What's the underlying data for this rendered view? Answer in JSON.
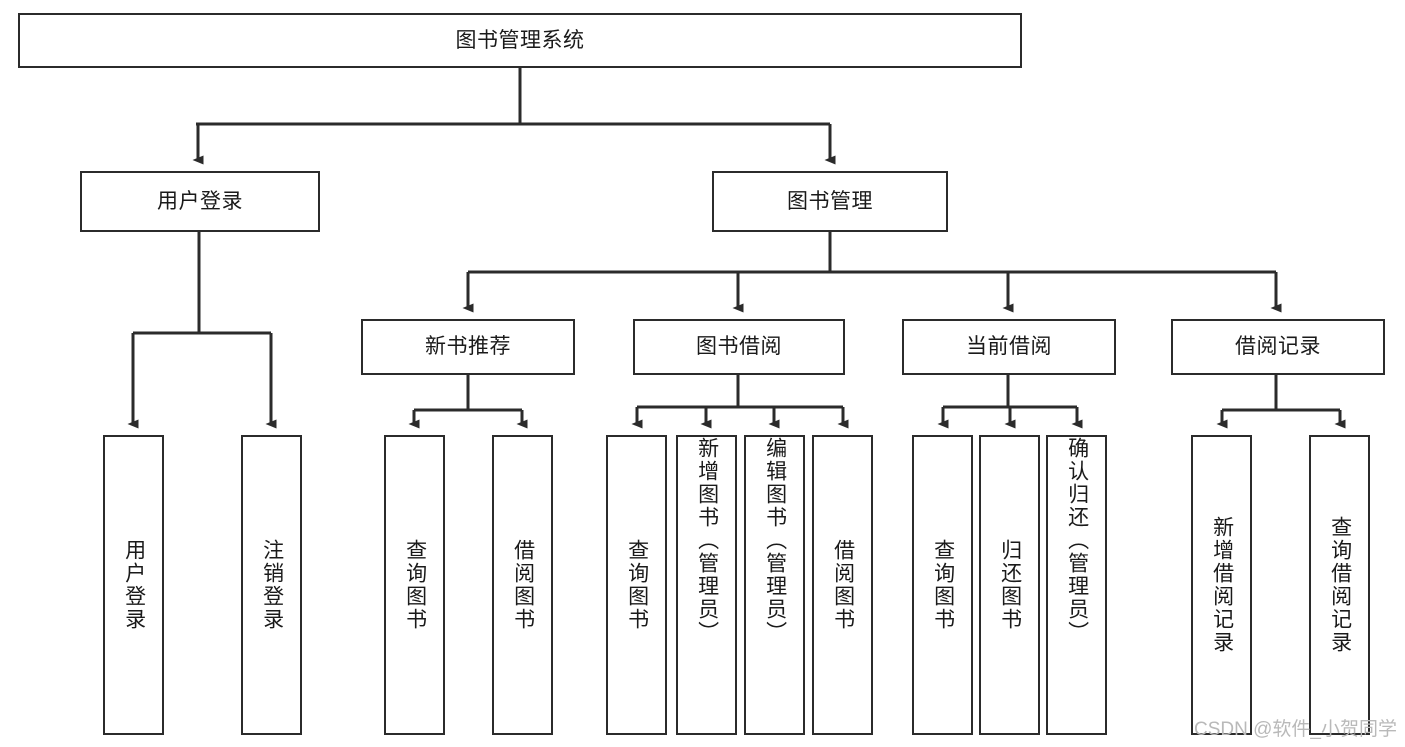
{
  "diagram": {
    "type": "tree-hierarchy",
    "title": "图书管理系统",
    "watermark": "CSDN @软件_小贺同学",
    "colors": {
      "box_border": "#2b2b2b",
      "box_fill": "#ffffff",
      "connector": "#2b2b2b",
      "text": "#1a1a1a",
      "watermark": "#b9b9b9",
      "background": "#ffffff"
    },
    "nodes": {
      "root": {
        "label": "图书管理系统",
        "level": 0,
        "orientation": "horizontal"
      },
      "l1": [
        {
          "id": "user-login",
          "label": "用户登录",
          "orientation": "horizontal"
        },
        {
          "id": "book-manage",
          "label": "图书管理",
          "orientation": "horizontal"
        }
      ],
      "l2": [
        {
          "id": "new-book-recommend",
          "label": "新书推荐",
          "orientation": "horizontal",
          "parent": "book-manage"
        },
        {
          "id": "book-borrow",
          "label": "图书借阅",
          "orientation": "horizontal",
          "parent": "book-manage"
        },
        {
          "id": "current-borrow",
          "label": "当前借阅",
          "orientation": "horizontal",
          "parent": "book-manage"
        },
        {
          "id": "borrow-record",
          "label": "借阅记录",
          "orientation": "horizontal",
          "parent": "book-manage"
        }
      ],
      "leaves": [
        {
          "id": "leaf-user-login",
          "label": "用户登录",
          "parent": "user-login",
          "orientation": "vertical"
        },
        {
          "id": "leaf-user-logout",
          "label": "注销登录",
          "parent": "user-login",
          "orientation": "vertical"
        },
        {
          "id": "leaf-query-book-1",
          "label": "查询图书",
          "parent": "new-book-recommend",
          "orientation": "vertical"
        },
        {
          "id": "leaf-borrow-book-1",
          "label": "借阅图书",
          "parent": "new-book-recommend",
          "orientation": "vertical"
        },
        {
          "id": "leaf-query-book-2",
          "label": "查询图书",
          "parent": "book-borrow",
          "orientation": "vertical"
        },
        {
          "id": "leaf-add-book",
          "label": "新增图书（管理员）",
          "parent": "book-borrow",
          "orientation": "vertical"
        },
        {
          "id": "leaf-edit-book",
          "label": "编辑图书（管理员）",
          "parent": "book-borrow",
          "orientation": "vertical"
        },
        {
          "id": "leaf-borrow-book-2",
          "label": "借阅图书",
          "parent": "book-borrow",
          "orientation": "vertical"
        },
        {
          "id": "leaf-query-book-3",
          "label": "查询图书",
          "parent": "current-borrow",
          "orientation": "vertical"
        },
        {
          "id": "leaf-return-book",
          "label": "归还图书",
          "parent": "current-borrow",
          "orientation": "vertical"
        },
        {
          "id": "leaf-confirm-return",
          "label": "确认归还（管理员）",
          "parent": "current-borrow",
          "orientation": "vertical"
        },
        {
          "id": "leaf-add-record",
          "label": "新增借阅记录",
          "parent": "borrow-record",
          "orientation": "vertical"
        },
        {
          "id": "leaf-query-record",
          "label": "查询借阅记录",
          "parent": "borrow-record",
          "orientation": "vertical"
        }
      ]
    }
  }
}
